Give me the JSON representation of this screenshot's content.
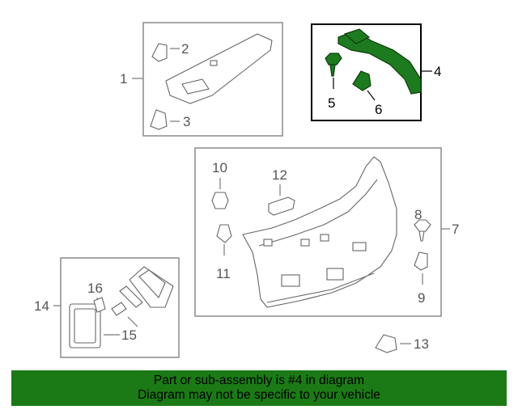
{
  "diagram": {
    "callouts": [
      "1",
      "2",
      "3",
      "4",
      "5",
      "6",
      "7",
      "8",
      "9",
      "10",
      "11",
      "12",
      "13",
      "14",
      "15",
      "16"
    ],
    "selected_part": "4",
    "selected_color": "#1e7a1e"
  },
  "banner": {
    "line1": "Part or sub-assembly is #4 in diagram",
    "line2": "Diagram may not be specific to your vehicle",
    "background": "#1b7a16"
  }
}
